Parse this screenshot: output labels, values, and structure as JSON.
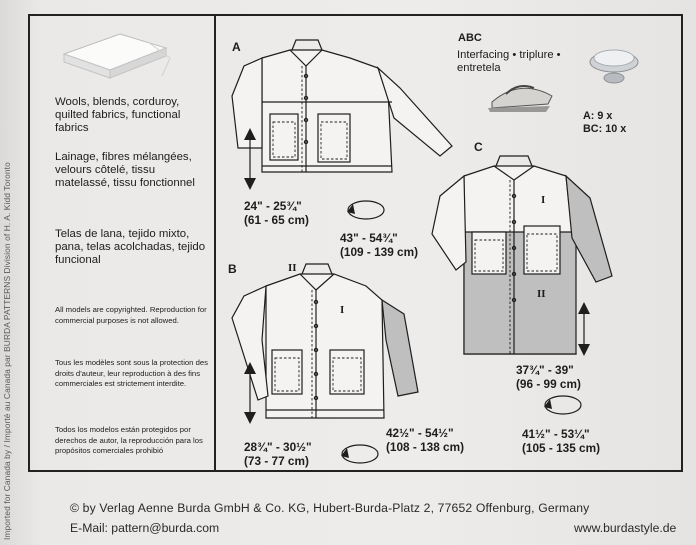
{
  "side_text": "Imported for Canada by / Importé au Canada par BURDA PATTERNS Division of H. A. Kidd Toronto",
  "fabrics": {
    "en": "Wools, blends, corduroy, quilted fabrics, functional fabrics",
    "fr": "Lainage, fibres mélangées, velours côtelé, tissu matelassé, tissu fonctionnel",
    "es": "Telas de lana, tejido mixto, pana, telas acolchadas, tejido funcional"
  },
  "copyright": {
    "en": "All models are copyrighted. Reproduction for commercial purposes is not allowed.",
    "fr": "Tous les modèles sont sous la protection des droits d'auteur, leur reproduction à des fins commerciales est strictement interdite.",
    "es": "Todos los modelos están protegidos por derechos de autor, la reproducción para los propósitos comerciales prohibió"
  },
  "views": {
    "a": {
      "label": "A",
      "length_in": "24\" - 25¾\"",
      "length_cm": "(61 - 65 cm)",
      "width_in": "43\" - 54¾\"",
      "width_cm": "(109 - 139 cm)"
    },
    "b": {
      "label": "B",
      "length_in": "28¾\" - 30½\"",
      "length_cm": "(73 - 77 cm)",
      "width_in": "42½\" - 54½\"",
      "width_cm": "(108 - 138 cm)",
      "fabric_marks": [
        "I",
        "II"
      ]
    },
    "c": {
      "label": "C",
      "length_in": "37¾\" - 39\"",
      "length_cm": "(96 - 99 cm)",
      "width_in": "41½\" - 53¼\"",
      "width_cm": "(105 - 135 cm)",
      "fabric_marks": [
        "I",
        "II"
      ]
    }
  },
  "interfacing": {
    "views": "ABC",
    "text_line1": "Interfacing • triplure •",
    "text_line2": "entretela",
    "count_a": "A: 9 x",
    "count_bc": "BC: 10 x"
  },
  "footer": {
    "publisher": "© by Verlag Aenne Burda GmbH & Co. KG, Hubert-Burda-Platz 2, 77652 Offenburg, Germany",
    "email": "E-Mail: pattern@burda.com",
    "website": "www.burdastyle.de"
  },
  "colors": {
    "line": "#1e1e1e",
    "shade": "#bfbfbf",
    "paper": "#eeecea"
  },
  "icons": [
    "fabric-bolt-icon",
    "iron-icon",
    "button-icon",
    "length-arrow-icon",
    "width-loop-icon"
  ]
}
